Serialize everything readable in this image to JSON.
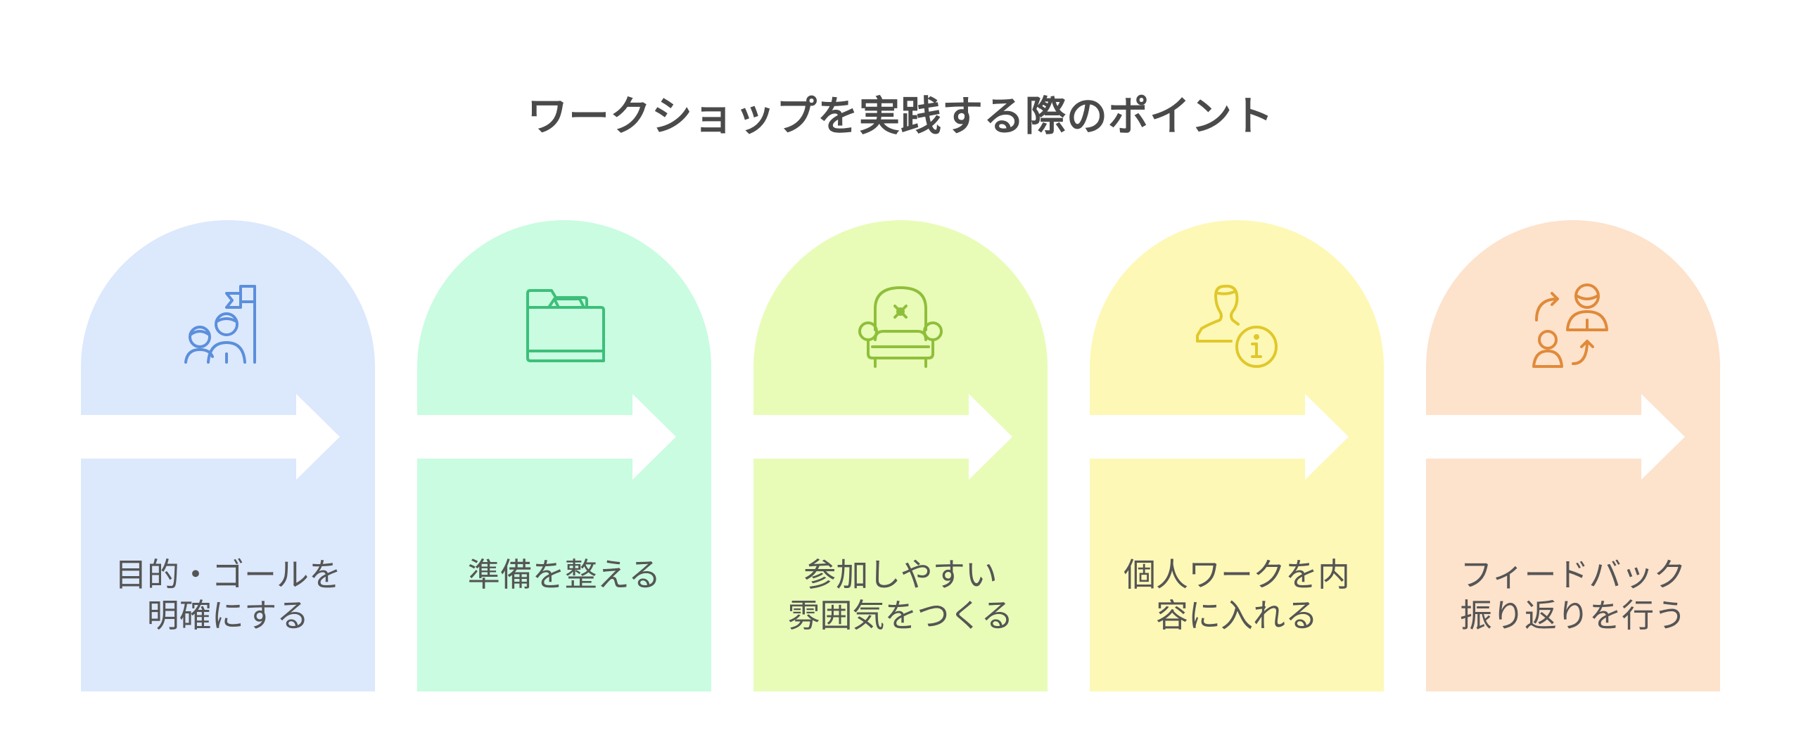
{
  "title": "ワークショップを実践する際のポイント",
  "steps": [
    {
      "label": "目的・ゴールを\n明確にする",
      "icon": "goal-flag-people-icon",
      "fill": "#dce8fc",
      "stroke": "#5b8fdc"
    },
    {
      "label": "準備を整える",
      "icon": "folder-icon",
      "fill": "#c9fce0",
      "stroke": "#3dbf7a"
    },
    {
      "label": "参加しやすい\n雰囲気をつくる",
      "icon": "armchair-icon",
      "fill": "#e8fcb8",
      "stroke": "#8fbf3a"
    },
    {
      "label": "個人ワークを内\n容に入れる",
      "icon": "person-info-icon",
      "fill": "#fdf8b6",
      "stroke": "#e0c82a"
    },
    {
      "label": "フィードバック\n振り返りを行う",
      "icon": "feedback-exchange-icon",
      "fill": "#fde2cc",
      "stroke": "#e08a3a"
    }
  ]
}
